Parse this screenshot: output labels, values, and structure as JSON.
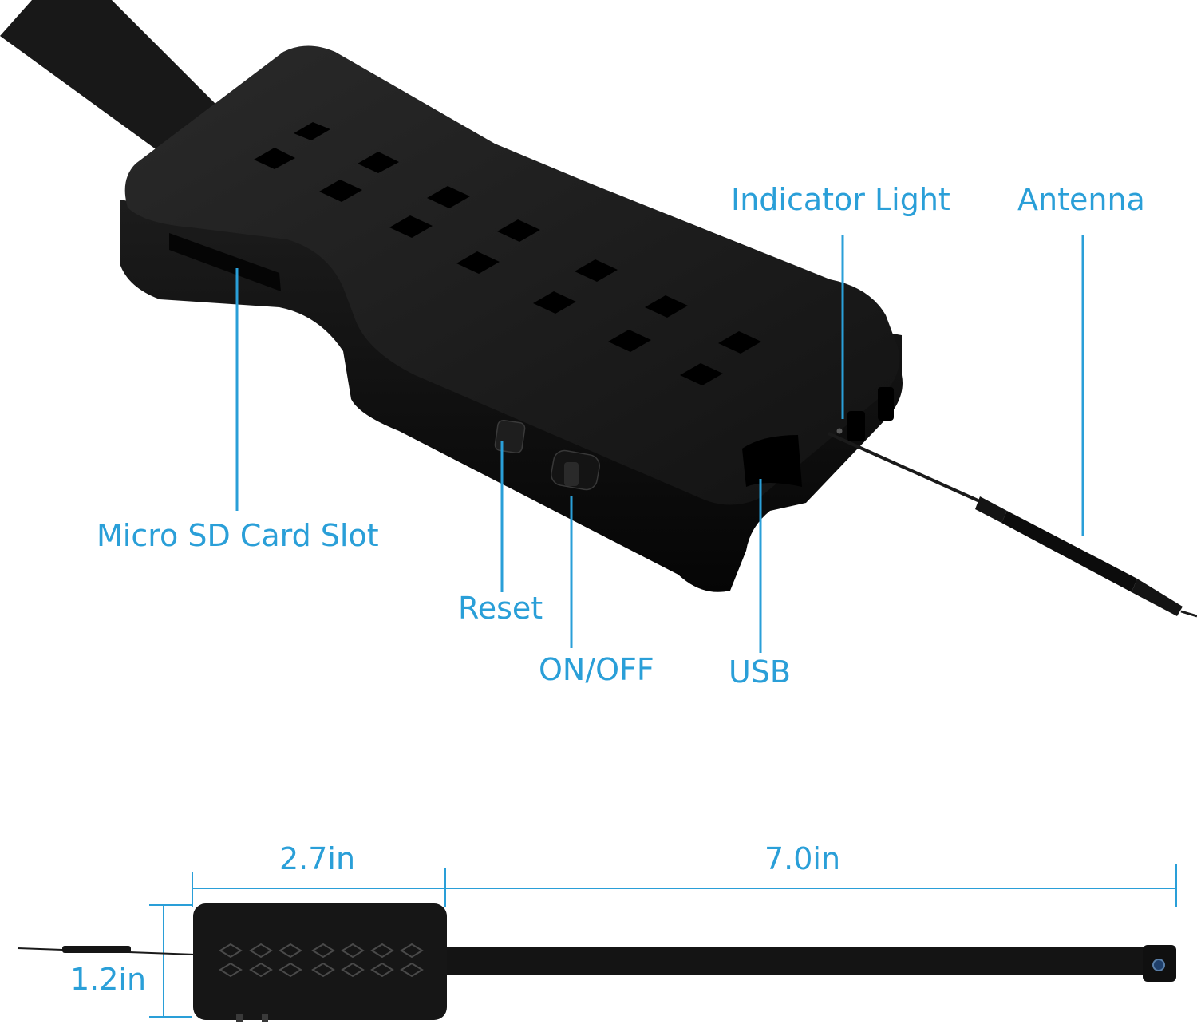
{
  "callouts": {
    "indicator_light": "Indicator Light",
    "antenna": "Antenna",
    "micro_sd": "Micro SD Card Slot",
    "reset": "Reset",
    "on_off": "ON/OFF",
    "usb": "USB"
  },
  "dimensions": {
    "body_length": "2.7in",
    "cable_length": "7.0in",
    "body_width": "1.2in"
  },
  "colors": {
    "callout": "#2a9fd8",
    "device": "#141414"
  }
}
